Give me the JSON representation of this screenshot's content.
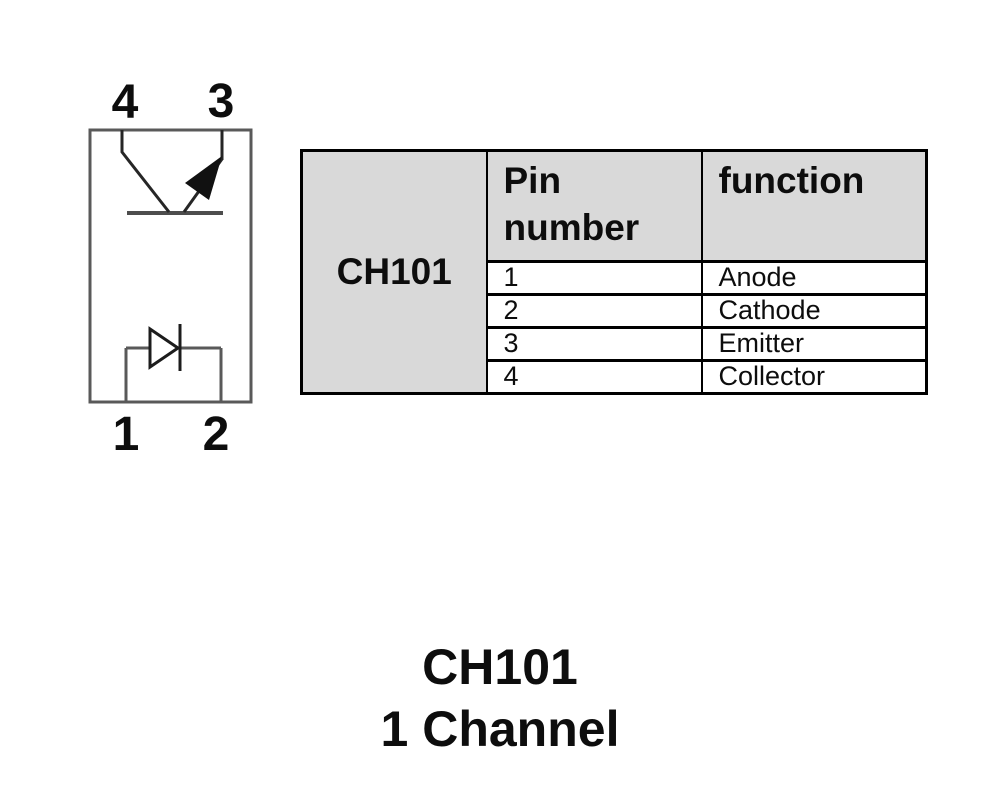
{
  "schematic": {
    "pins": {
      "top_left": "4",
      "top_right": "3",
      "bottom_left": "1",
      "bottom_right": "2"
    },
    "colors": {
      "connector": "#595959",
      "symbol": "#1c1c1c",
      "label_text": "#0d0d0d"
    }
  },
  "table": {
    "device": "CH101",
    "headers": {
      "pin": "Pin\nnumber",
      "function": "function"
    },
    "rows": [
      {
        "pin": "1",
        "function": "Anode"
      },
      {
        "pin": "2",
        "function": "Cathode"
      },
      {
        "pin": "3",
        "function": "Emitter"
      },
      {
        "pin": "4",
        "function": "Collector"
      }
    ],
    "colors": {
      "header_bg": "#d9d9d9",
      "border": "#000000",
      "row_bg": "#ffffff"
    }
  },
  "caption": {
    "line1": "CH101",
    "line2": "1 Channel"
  }
}
